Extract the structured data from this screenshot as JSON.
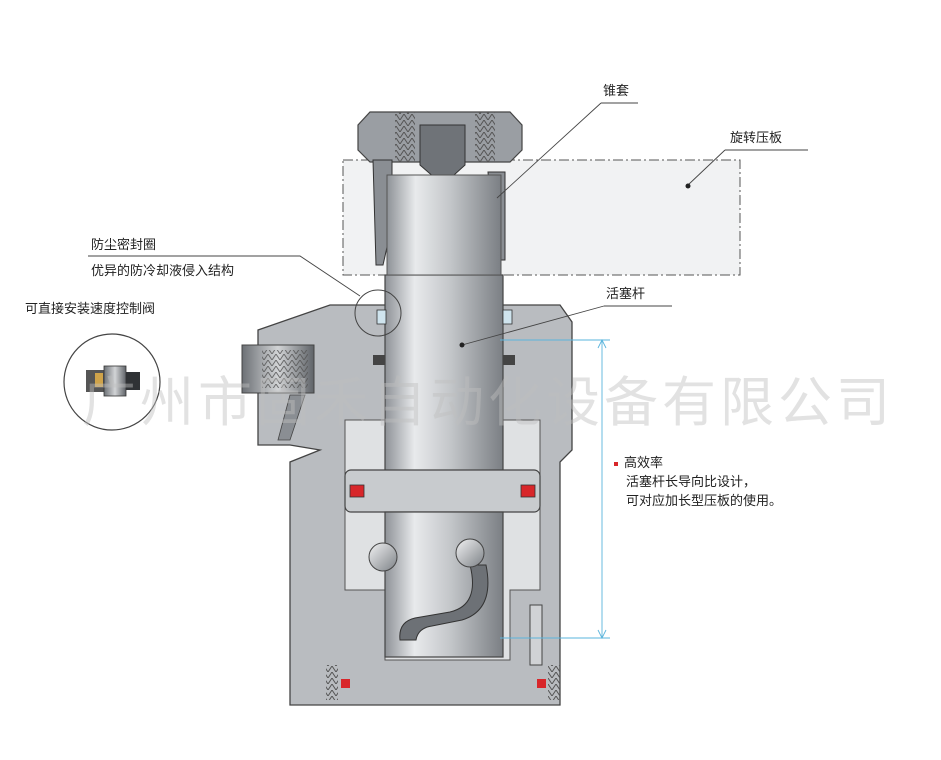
{
  "labels": {
    "cone_sleeve": "锥套",
    "rotary_plate": "旋转压板",
    "dust_seal": "防尘密封圈",
    "dust_seal_desc": "优异的防冷却液侵入结构",
    "speed_valve": "可直接安装速度控制阀",
    "piston_rod": "活塞杆"
  },
  "note": {
    "title": "高效率",
    "line1": "活塞杆长导向比设计，",
    "line2": "可对应加长型压板的使用。"
  },
  "watermark": "广州市固禾自动化设备有限公司",
  "colors": {
    "body_gray": "#b9bcc0",
    "dark_gray": "#7e8287",
    "seal_red": "#d8262a",
    "dimension_blue": "#5ab4dc",
    "bullet_red": "#d8262a"
  }
}
